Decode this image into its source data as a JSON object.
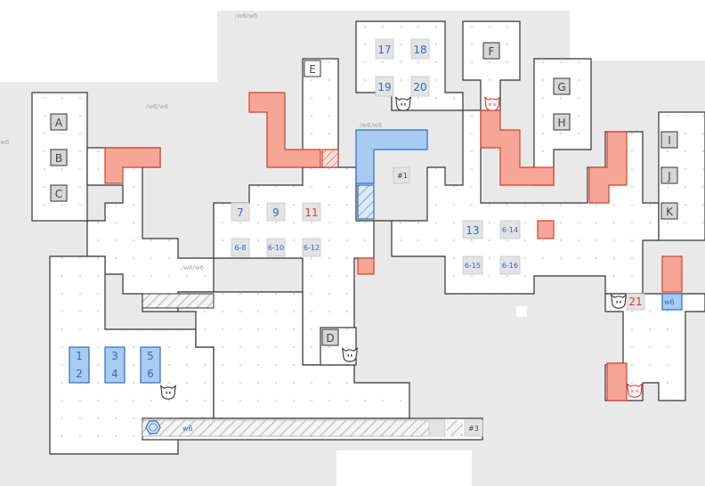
{
  "colors": {
    "background_grey": "#e9e9e9",
    "floor": "#ffffff",
    "wall": "#333333",
    "red_block": "#f6a596",
    "red_edge": "#d2402f",
    "blue_block": "#a9cbf2",
    "blue_edge": "#2b6cc4",
    "letter_box": "#d6d6d6",
    "stripe": "#c8c8c8"
  },
  "faint_labels": [
    "/w6/w6",
    "/w6/w6",
    "/w6/w6",
    "/w6/w6",
    "w6"
  ],
  "letters": [
    "A",
    "B",
    "C",
    "D",
    "E",
    "F",
    "G",
    "H",
    "I",
    "J",
    "K"
  ],
  "blue_numbers": [
    "1",
    "2",
    "3",
    "4",
    "5",
    "6",
    "7",
    "9",
    "13",
    "17",
    "18",
    "19",
    "20"
  ],
  "red_numbers": [
    "11",
    "21"
  ],
  "small_numbers": [
    "6-8",
    "6-10",
    "6-12",
    "6-14",
    "6-15",
    "6-16"
  ],
  "markers": {
    "hash1": "#1",
    "hash3": "#3",
    "w6_tag": "w6",
    "w6_box": "w6",
    "hub_label": "w6"
  },
  "icons": [
    "cat-face-icon",
    "dead-cat-icon",
    "hub-hexagon-icon"
  ]
}
